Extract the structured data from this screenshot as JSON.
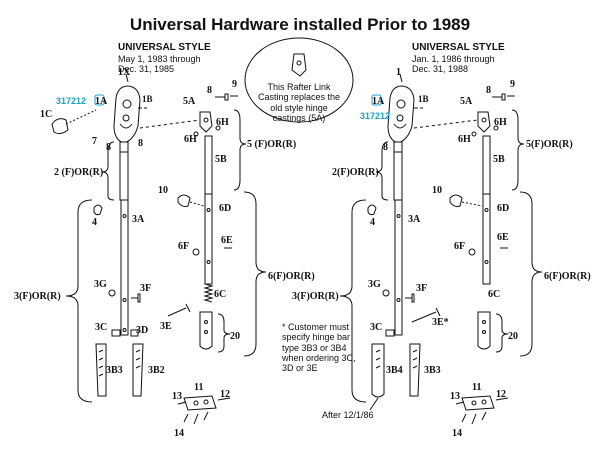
{
  "title": "Universal Hardware installed Prior to 1989",
  "left": {
    "style_name": "UNIVERSAL STYLE",
    "date_line1": "May 1, 1983  through",
    "date_line2": "Dec.  31, 1985"
  },
  "right": {
    "style_name": "UNIVERSAL STYLE",
    "date_line1": "Jan. 1, 1986  through",
    "date_line2": "Dec.  31, 1988"
  },
  "callout": {
    "text": "This Rafter Link Casting replaces the old style hinge castings (5A)"
  },
  "note": {
    "text": "* Customer must specify hinge bar type 3B3 or 3B4 when ordering 3C, 3D or 3E"
  },
  "after_label": "After 12/1/86",
  "part_numbers": {
    "left": "317212",
    "right": "317212"
  },
  "labels_left": {
    "one": "1X",
    "one_a": "1A",
    "one_b": "1B",
    "one_c": "1C",
    "two": "2 (F)OR(R)",
    "three": "3(F)OR(R)",
    "three_a": "3A",
    "three_g": "3G",
    "three_f": "3F",
    "three_c": "3C",
    "three_d": "3D",
    "three_e": "3E",
    "three_b3": "3B3",
    "three_b2": "3B2",
    "four": "4",
    "five": "5 (F)OR(R)",
    "five_a": "5A",
    "five_b": "5B",
    "six": "6(F)OR(R)",
    "six_d": "6D",
    "six_e": "6E",
    "six_f": "6F",
    "six_c": "6C",
    "six_h_a": "6H",
    "six_h_b": "6H",
    "seven": "7",
    "eight_a": "8",
    "eight_b": "8",
    "eight_c": "8",
    "nine": "9",
    "ten": "10",
    "eleven": "11",
    "twelve": "12",
    "thirteen": "13",
    "fourteen": "14",
    "twenty": "20"
  },
  "labels_right": {
    "one": "1",
    "one_a": "1A",
    "one_b": "1B",
    "two": "2(F)OR(R)",
    "three": "3(F)OR(R)",
    "three_a": "3A",
    "three_g": "3G",
    "three_f": "3F",
    "three_c": "3C",
    "three_e": "3E*",
    "three_b4": "3B4",
    "three_b3": "3B3",
    "four": "4",
    "five": "5(F)OR(R)",
    "five_a": "5A",
    "five_b": "5B",
    "six": "6(F)OR(R)",
    "six_d": "6D",
    "six_e": "6E",
    "six_f": "6F",
    "six_c": "6C",
    "six_h_a": "6H",
    "six_h_b": "6H",
    "eight_a": "8",
    "eight_b": "8",
    "nine": "9",
    "ten": "10",
    "eleven": "11",
    "twelve": "12",
    "thirteen": "13",
    "fourteen": "14",
    "twenty": "20"
  },
  "colors": {
    "ink": "#111111",
    "part_number": "#1aa3c9",
    "paper": "#ffffff"
  }
}
